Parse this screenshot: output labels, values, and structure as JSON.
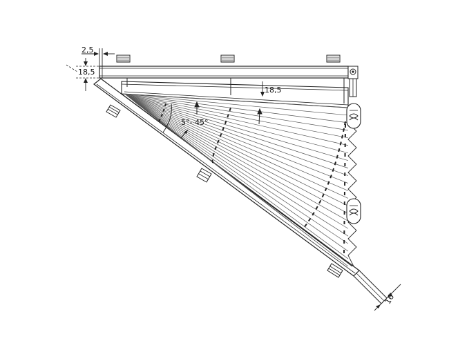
{
  "dimensions": {
    "side_offset": "2,5",
    "top_height": "18,5",
    "inner_height": "18,5",
    "bottom_width": "16",
    "angle_range": "5°- 45°"
  },
  "colors": {
    "line": "#222222",
    "fabric": "#555555",
    "background": "#ffffff"
  }
}
